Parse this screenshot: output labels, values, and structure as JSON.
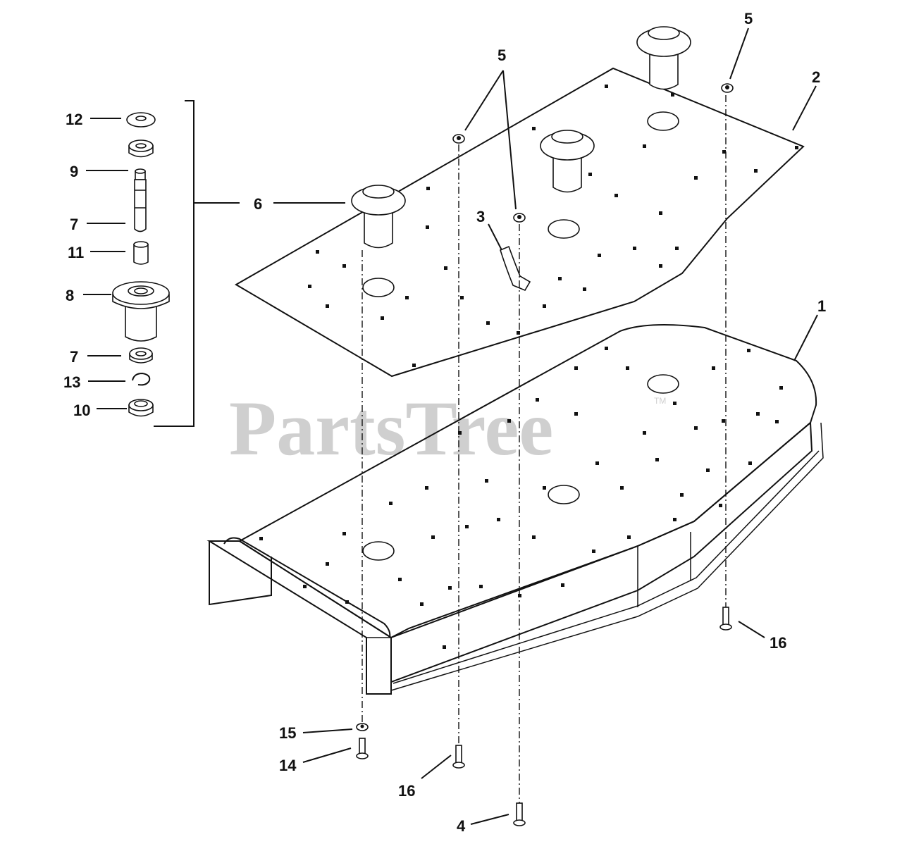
{
  "watermark": {
    "text": "PartsTree",
    "tm": "TM"
  },
  "callouts": {
    "c1": "1",
    "c2": "2",
    "c3": "3",
    "c4": "4",
    "c5a": "5",
    "c5b": "5",
    "c6": "6",
    "c7a": "7",
    "c7b": "7",
    "c8": "8",
    "c9": "9",
    "c10": "10",
    "c11": "11",
    "c12": "12",
    "c13": "13",
    "c14": "14",
    "c15": "15",
    "c16a": "16",
    "c16b": "16"
  },
  "colors": {
    "line": "#111111",
    "watermark": "#cfcfcf",
    "background": "#ffffff"
  }
}
